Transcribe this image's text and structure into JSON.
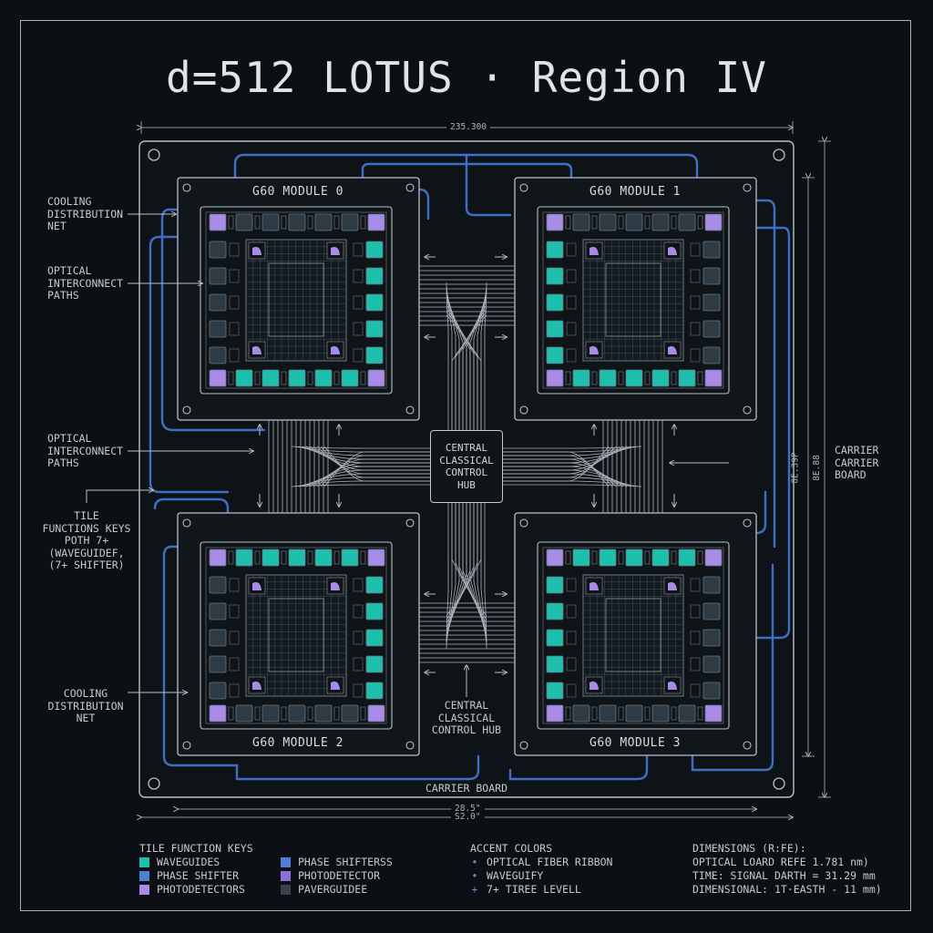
{
  "title": "d=512 LOTUS · Region IV",
  "modules": [
    {
      "label": "G60 MODULE 0"
    },
    {
      "label": "G60 MODULE 1"
    },
    {
      "label": "G60 MODULE 2"
    },
    {
      "label": "G60 MODULE 3"
    }
  ],
  "hub": {
    "label": "CENTRAL\nCLASSICAL\nCONTROL\nHUB"
  },
  "annotations": {
    "cooling_top": "COOLING\nDISTRIBUTION\nNET",
    "optical_top": "OPTICAL\nINTERCONNECT\nPATHS",
    "optical_mid": "OPTICAL\nINTERCONNECT\nPATHS",
    "tile_functions": "TILE\nFUNCTIONS KEYS\nPOTH 7+\n(WAVEGUIDEF,\n(7+ SHIFTER)",
    "cooling_bottom": "COOLING\nDISTRIBUTION\nNET",
    "carrier_right": "CARRIER\nCARRIER\nBOARD",
    "hub_bottom": "CENTRAL\nCLASSICAL\nCONTROL HUB",
    "carrier_bottom": "CARRIER BOARD"
  },
  "dimensions": {
    "top": "235.300",
    "bottom1": "28.5\"",
    "bottom2": "S2.0\"",
    "right1": "8E.39P",
    "right2": "8E.88"
  },
  "legend": {
    "tile_keys": {
      "heading": "TILE FUNCTION KEYS",
      "items": [
        {
          "label": "WAVEGUIDES",
          "color": "#1fbfae"
        },
        {
          "label": "PHASE SHIFTER",
          "color": "#4f7fd0"
        },
        {
          "label": "PHOTODETECTORS",
          "color": "#a78be6"
        }
      ],
      "items2": [
        {
          "label": "PHASE SHIFTERSS",
          "color": "#4f7fd0"
        },
        {
          "label": "PHOTODETECTOR",
          "color": "#8e6fd8"
        },
        {
          "label": "PAVERGUIDEE",
          "color": "#38434d"
        }
      ]
    },
    "accent": {
      "heading": "ACCENT COLORS",
      "items": [
        {
          "label": "OPTICAL FIBER RIBBON",
          "glyph": "•"
        },
        {
          "label": "WAVEGUIFY",
          "glyph": "•"
        },
        {
          "label": "7+ TIREE LEVELL",
          "glyph": "+"
        }
      ]
    },
    "dims": {
      "heading": "DIMENSIONS (R:FE):",
      "items": [
        {
          "label": "OPTICAL LOARD REFE 1.781 nm)"
        },
        {
          "label": "TIME: SIGNAL DARTH = 31.29 mm"
        },
        {
          "label": "DIMENSIONAL: 1T·EASTH - 11 mm)"
        }
      ]
    }
  },
  "colors": {
    "teal": "#1fbfae",
    "purple": "#a78be6",
    "blue_route": "#3f6fc4",
    "line": "#b8c0c7",
    "tile_dark": "#2e3a44"
  }
}
